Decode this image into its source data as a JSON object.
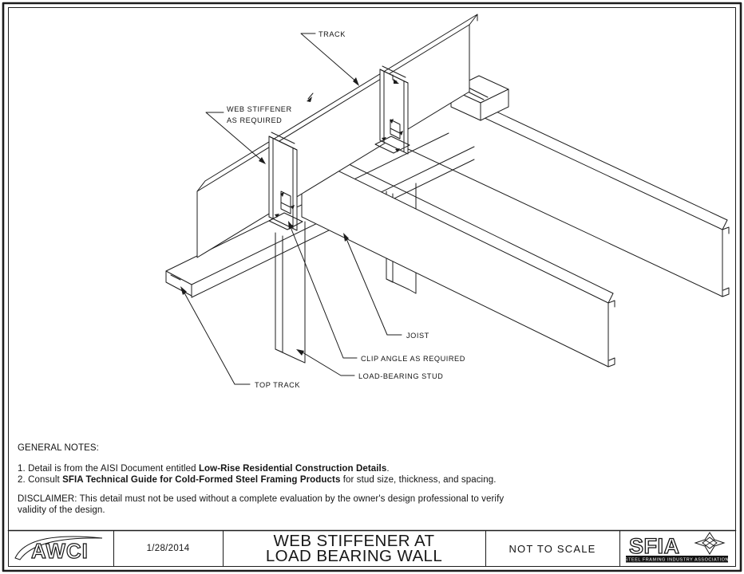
{
  "colors": {
    "line": "#1c1c1c",
    "bg": "#ffffff",
    "text": "#141414"
  },
  "drawing_labels": {
    "track": "TRACK",
    "web_stiffener_1": "WEB STIFFENER",
    "web_stiffener_2": "AS REQUIRED",
    "joist": "JOIST",
    "clip_angle": "CLIP ANGLE AS REQUIRED",
    "load_bearing_stud": "LOAD-BEARING STUD",
    "top_track": "TOP TRACK"
  },
  "general_notes": {
    "heading": "GENERAL NOTES:",
    "note1_prefix": "1. Detail is from the AISI Document entitled ",
    "note1_bold": "Low-Rise Residential Construction Details",
    "note1_suffix": ".",
    "note2_prefix": "2. Consult ",
    "note2_bold": "SFIA Technical Guide for Cold-Formed Steel Framing Products",
    "note2_suffix": " for stud size, thickness, and spacing.",
    "disclaimer_line1": "DISCLAIMER: This detail must not be used without a complete evaluation by the owner's design professional to verify",
    "disclaimer_line2": "validity of the design."
  },
  "title_block": {
    "awci_logo_text": "AWCI",
    "date": "1/28/2014",
    "title_line1": "WEB STIFFENER AT",
    "title_line2": "LOAD BEARING WALL",
    "scale": "NOT TO SCALE",
    "sfia_logo_text": "SFIA",
    "sfia_tagline": "STEEL FRAMING INDUSTRY ASSOCIATION"
  }
}
